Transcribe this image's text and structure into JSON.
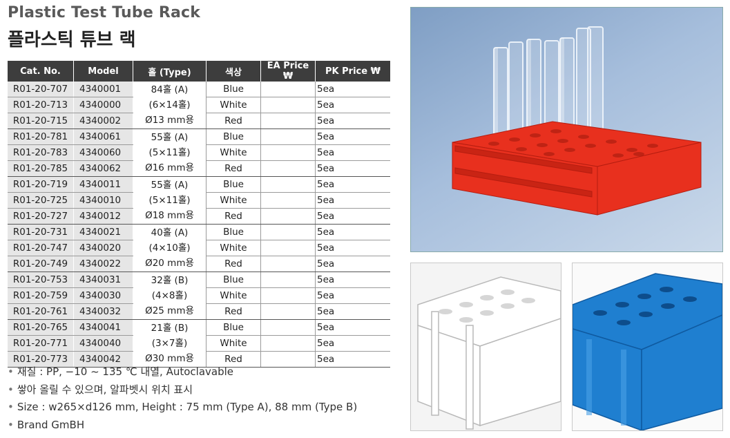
{
  "title_en": "Plastic Test Tube Rack",
  "title_ko": "플라스틱 튜브 랙",
  "headers": {
    "cat": "Cat. No.",
    "model": "Model",
    "hole": "홀 (Type)",
    "color": "색상",
    "ea": "EA Price ₩",
    "pk": "PK Price ₩"
  },
  "groups": [
    {
      "hole": [
        "84홀 (A)",
        "(6×14홀)",
        "Ø13 mm용"
      ],
      "rows": [
        {
          "cat": "R01-20-707",
          "model": "4340001",
          "color": "Blue",
          "pk": "5ea"
        },
        {
          "cat": "R01-20-713",
          "model": "4340000",
          "color": "White",
          "pk": "5ea"
        },
        {
          "cat": "R01-20-715",
          "model": "4340002",
          "color": "Red",
          "pk": "5ea"
        }
      ]
    },
    {
      "hole": [
        "55홀 (A)",
        "(5×11홀)",
        "Ø16 mm용"
      ],
      "rows": [
        {
          "cat": "R01-20-781",
          "model": "4340061",
          "color": "Blue",
          "pk": "5ea"
        },
        {
          "cat": "R01-20-783",
          "model": "4340060",
          "color": "White",
          "pk": "5ea"
        },
        {
          "cat": "R01-20-785",
          "model": "4340062",
          "color": "Red",
          "pk": "5ea"
        }
      ]
    },
    {
      "hole": [
        "55홀 (A)",
        "(5×11홀)",
        "Ø18 mm용"
      ],
      "rows": [
        {
          "cat": "R01-20-719",
          "model": "4340011",
          "color": "Blue",
          "pk": "5ea"
        },
        {
          "cat": "R01-20-725",
          "model": "4340010",
          "color": "White",
          "pk": "5ea"
        },
        {
          "cat": "R01-20-727",
          "model": "4340012",
          "color": "Red",
          "pk": "5ea"
        }
      ]
    },
    {
      "hole": [
        "40홀 (A)",
        "(4×10홀)",
        "Ø20 mm용"
      ],
      "rows": [
        {
          "cat": "R01-20-731",
          "model": "4340021",
          "color": "Blue",
          "pk": "5ea"
        },
        {
          "cat": "R01-20-747",
          "model": "4340020",
          "color": "White",
          "pk": "5ea"
        },
        {
          "cat": "R01-20-749",
          "model": "4340022",
          "color": "Red",
          "pk": "5ea"
        }
      ]
    },
    {
      "hole": [
        "32홀 (B)",
        "(4×8홀)",
        "Ø25 mm용"
      ],
      "rows": [
        {
          "cat": "R01-20-753",
          "model": "4340031",
          "color": "Blue",
          "pk": "5ea"
        },
        {
          "cat": "R01-20-759",
          "model": "4340030",
          "color": "White",
          "pk": "5ea"
        },
        {
          "cat": "R01-20-761",
          "model": "4340032",
          "color": "Red",
          "pk": "5ea"
        }
      ]
    },
    {
      "hole": [
        "21홀 (B)",
        "(3×7홀)",
        "Ø30 mm용"
      ],
      "rows": [
        {
          "cat": "R01-20-765",
          "model": "4340041",
          "color": "Blue",
          "pk": "5ea"
        },
        {
          "cat": "R01-20-771",
          "model": "4340040",
          "color": "White",
          "pk": "5ea"
        },
        {
          "cat": "R01-20-773",
          "model": "4340042",
          "color": "Red",
          "pk": "5ea"
        }
      ]
    }
  ],
  "notes": [
    "재질 : PP, −10 ~ 135 ℃ 내열, Autoclavable",
    "쌓아 올릴 수 있으며, 알파벳시 위치 표시",
    "Size : w265×d126 mm, Height : 75 mm (Type A), 88 mm (Type B)",
    "Brand GmBH"
  ],
  "colors": {
    "header_bg": "#3d3d3d",
    "cell_grey": "#e6e6e6",
    "rack_red": "#e8301e",
    "rack_blue": "#1f7fd0",
    "rack_white": "#ececec",
    "photo_bg": "#a6bedc"
  }
}
